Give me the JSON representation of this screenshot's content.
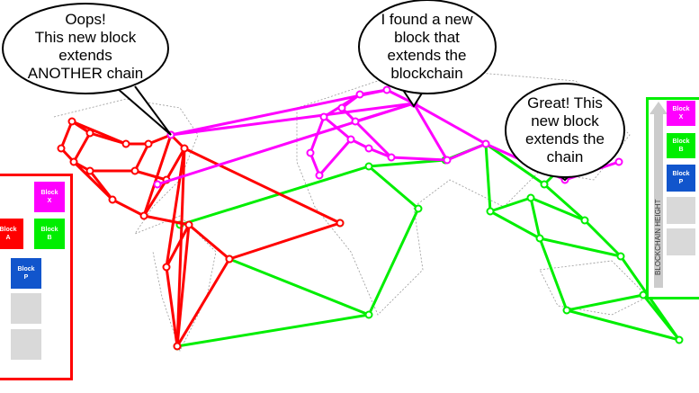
{
  "bubbles": {
    "left": {
      "lines": [
        "Oops!",
        "This new block",
        "extends",
        "ANOTHER chain"
      ]
    },
    "center": {
      "lines": [
        "I found a new",
        "block that",
        "extends the",
        "blockchain"
      ]
    },
    "right": {
      "lines": [
        "Great! This",
        "new block",
        "extends the",
        "chain"
      ]
    }
  },
  "left_panel": {
    "blocks": {
      "x": "Block\nX",
      "a": "Block\nA",
      "b": "Block\nB",
      "p": "Block\nP"
    }
  },
  "right_panel": {
    "blocks": {
      "x": "Block\nX",
      "b": "Block\nB",
      "p": "Block\nP"
    },
    "axis_label": "BLOCKCHAIN HEIGHT"
  },
  "colors": {
    "red": "#ff0000",
    "green": "#00ee00",
    "magenta": "#ff00ff",
    "blue": "#1155cc",
    "gray": "#d9d9d9"
  }
}
